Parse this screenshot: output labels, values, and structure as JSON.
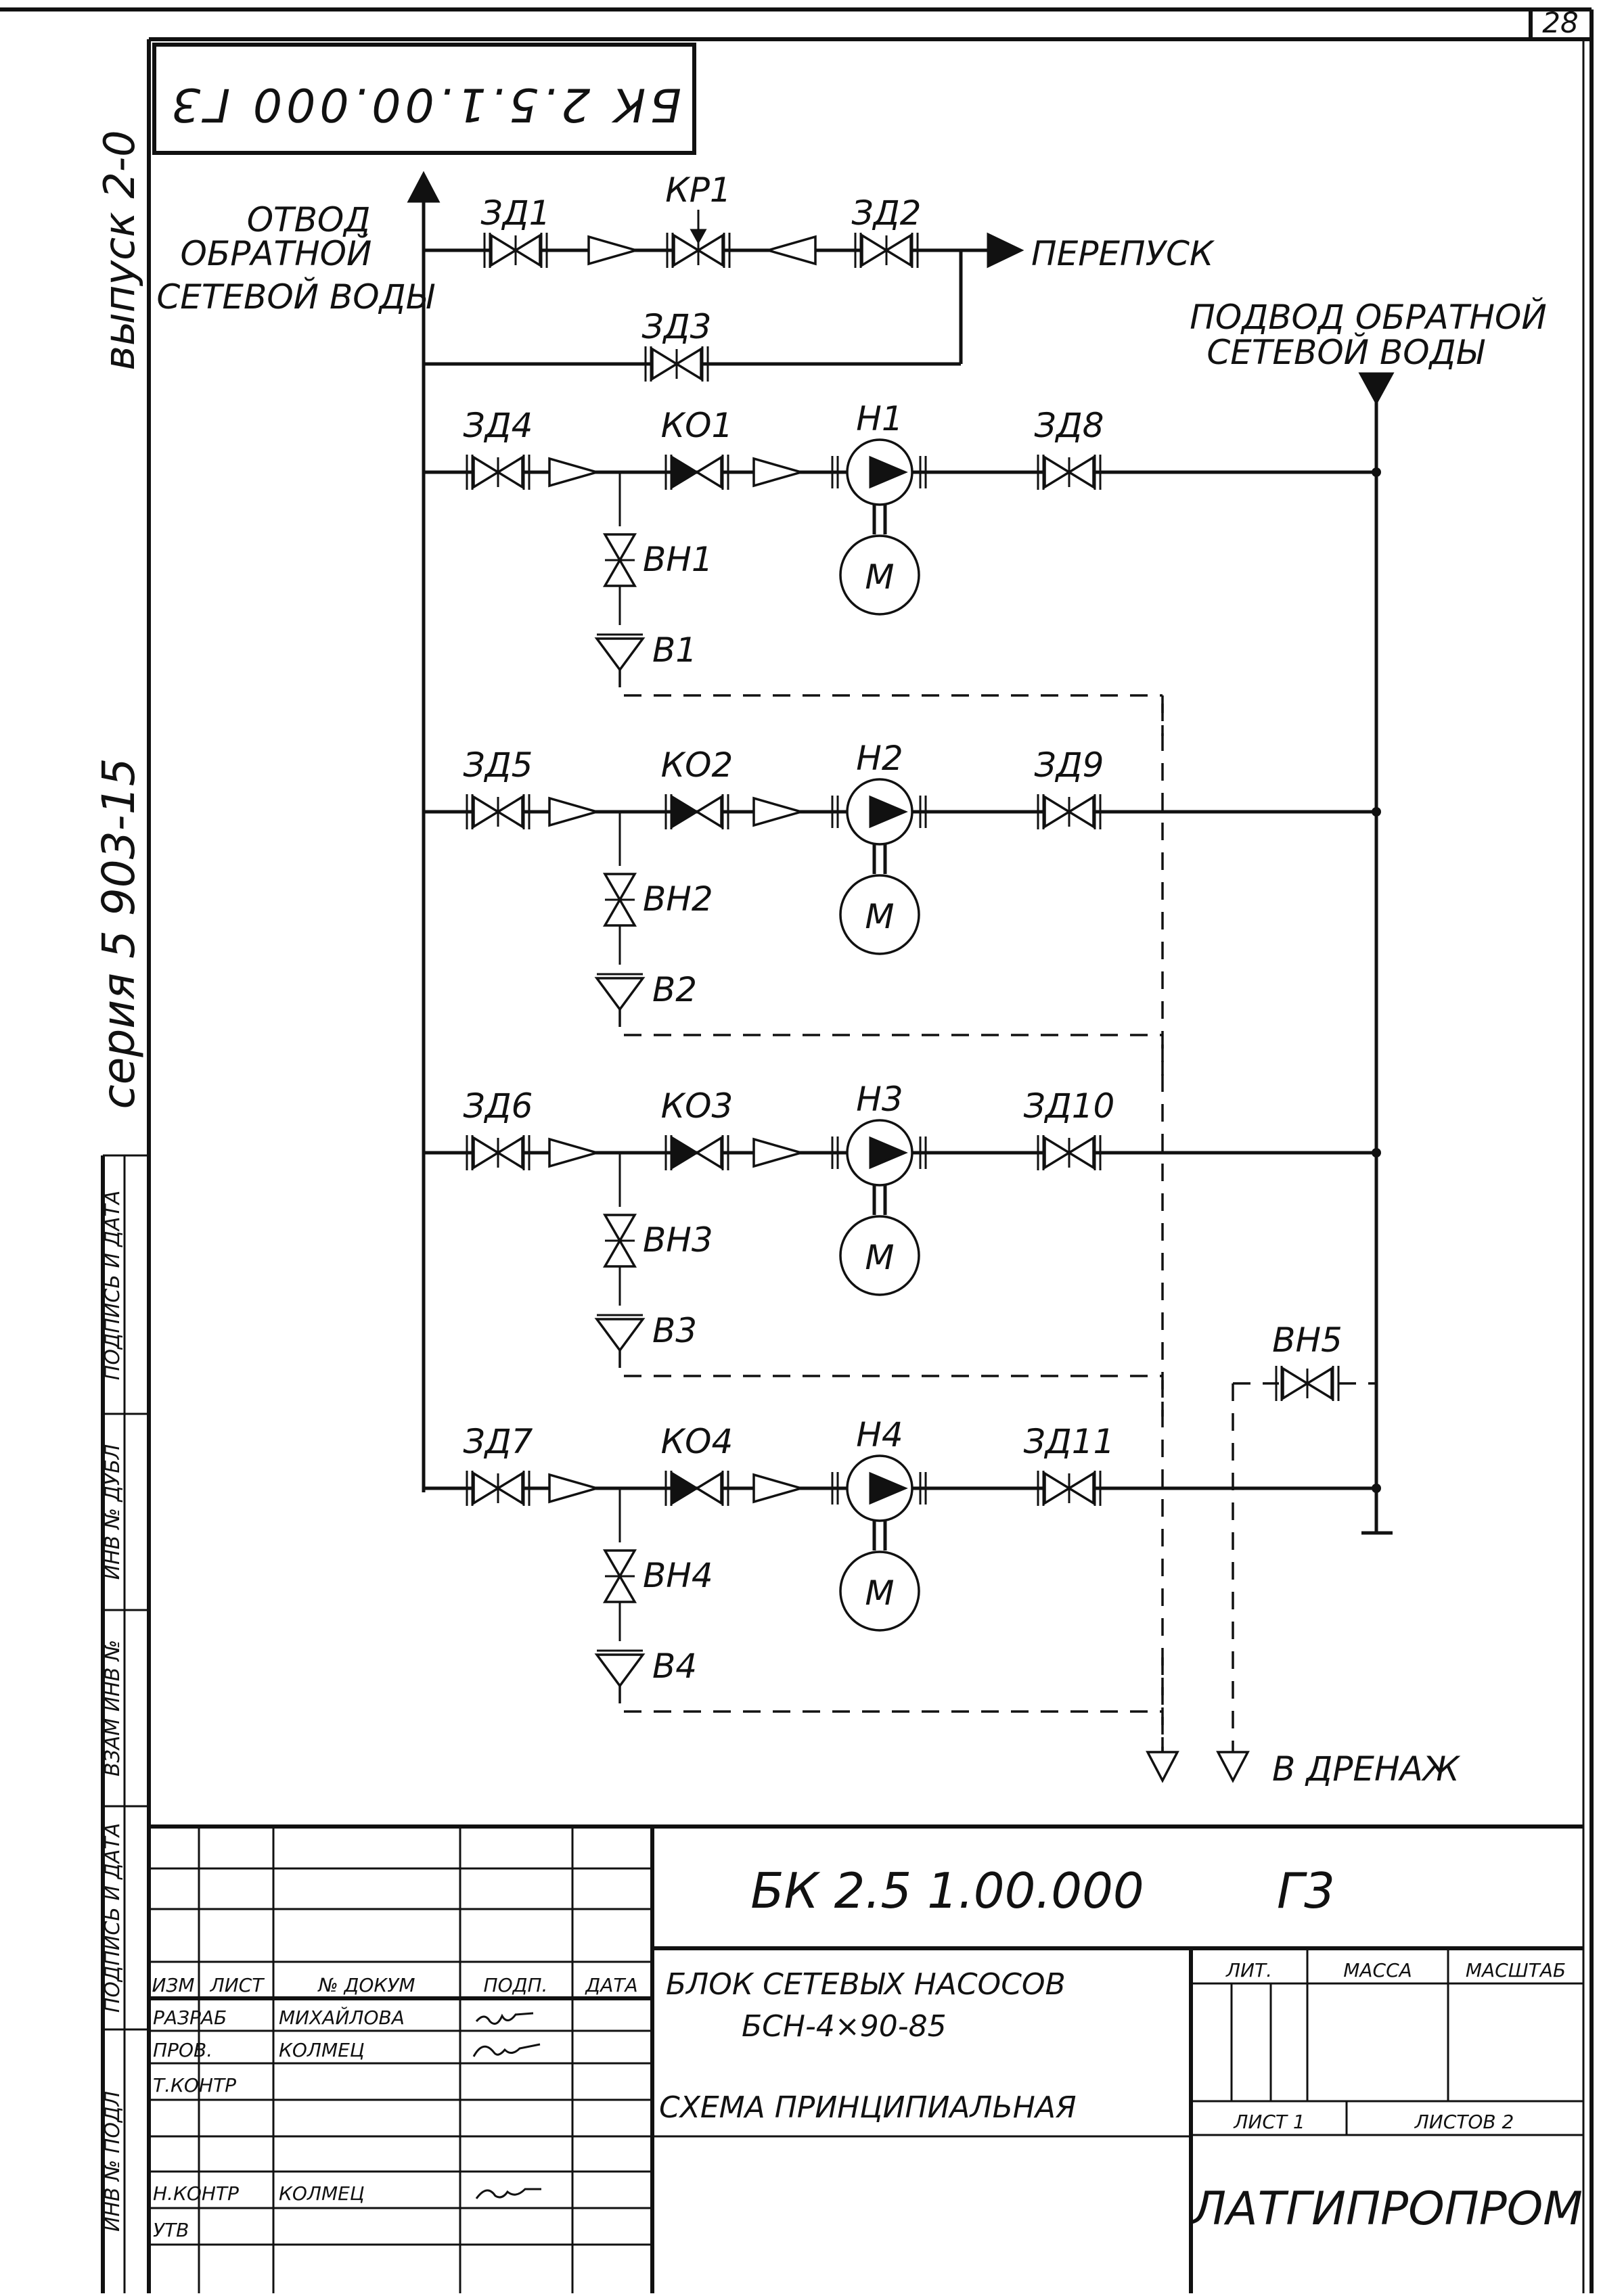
{
  "sheet_number": "28",
  "mirrored_doc_code": "БК 2.5.1.00.000 Г3",
  "margin": {
    "release": "выпуск 2-0",
    "series": "серия 5 903-15",
    "stamp_labels": [
      "ИНВ № ПОДЛ",
      "ПОДПИСЬ И ДАТА",
      "ВЗАМ ИНВ №",
      "ИНВ № ДУБЛ",
      "ПОДПИСЬ И ДАТА"
    ]
  },
  "flows": {
    "return_outlet": [
      "ОТВОД",
      "ОБРАТНОЙ",
      "СЕТЕВОЙ ВОДЫ"
    ],
    "bypass": "ПЕРЕПУСК",
    "return_inlet": [
      "ПОДВОД ОБРАТНОЙ",
      "СЕТЕВОЙ ВОДЫ"
    ],
    "drain": "В ДРЕНАЖ"
  },
  "top_valves": {
    "zd1": "ЗД1",
    "kr1": "КР1",
    "zd2": "ЗД2",
    "zd3": "ЗД3"
  },
  "rows": [
    {
      "gate_in": "ЗД4",
      "check": "КО1",
      "pump": "Н1",
      "gate_out": "ЗД8",
      "vent": "ВН1",
      "funnel": "В1",
      "motor": "М"
    },
    {
      "gate_in": "ЗД5",
      "check": "КО2",
      "pump": "Н2",
      "gate_out": "ЗД9",
      "vent": "ВН2",
      "funnel": "В2",
      "motor": "М"
    },
    {
      "gate_in": "ЗД6",
      "check": "КО3",
      "pump": "Н3",
      "gate_out": "ЗД10",
      "vent": "ВН3",
      "funnel": "В3",
      "motor": "М"
    },
    {
      "gate_in": "ЗД7",
      "check": "КО4",
      "pump": "Н4",
      "gate_out": "ЗД11",
      "vent": "ВН4",
      "funnel": "В4",
      "motor": "М"
    }
  ],
  "vent_extra": "ВН5",
  "title_block": {
    "doc_code": "БК 2.5 1.00.000",
    "doc_type": "Г3",
    "name_line1": "БЛОК СЕТЕВЫХ НАСОСОВ",
    "name_line2": "БСН-4×90-85",
    "name_line3": "СХЕМА ПРИНЦИПИАЛЬНАЯ",
    "col_headers": [
      "ИЗМ",
      "ЛИСТ",
      "№ ДОКУМ",
      "ПОДП.",
      "ДАТА"
    ],
    "lit_label": "ЛИТ.",
    "mass_label": "МАССА",
    "scale_label": "МАСШТАБ",
    "sheet_label": "ЛИСТ 1",
    "sheets_label": "ЛИСТОВ 2",
    "org": "ЛАТГИПРОПРОМ",
    "roles": [
      {
        "role": "РАЗРАБ",
        "name": "МИХАЙЛОВА"
      },
      {
        "role": "ПРОВ.",
        "name": "КОЛМЕЦ"
      },
      {
        "role": "Т.КОНТР",
        "name": ""
      },
      {
        "role": "",
        "name": ""
      },
      {
        "role": "Н.КОНТР",
        "name": "КОЛМЕЦ"
      },
      {
        "role": "УТВ",
        "name": ""
      }
    ]
  }
}
